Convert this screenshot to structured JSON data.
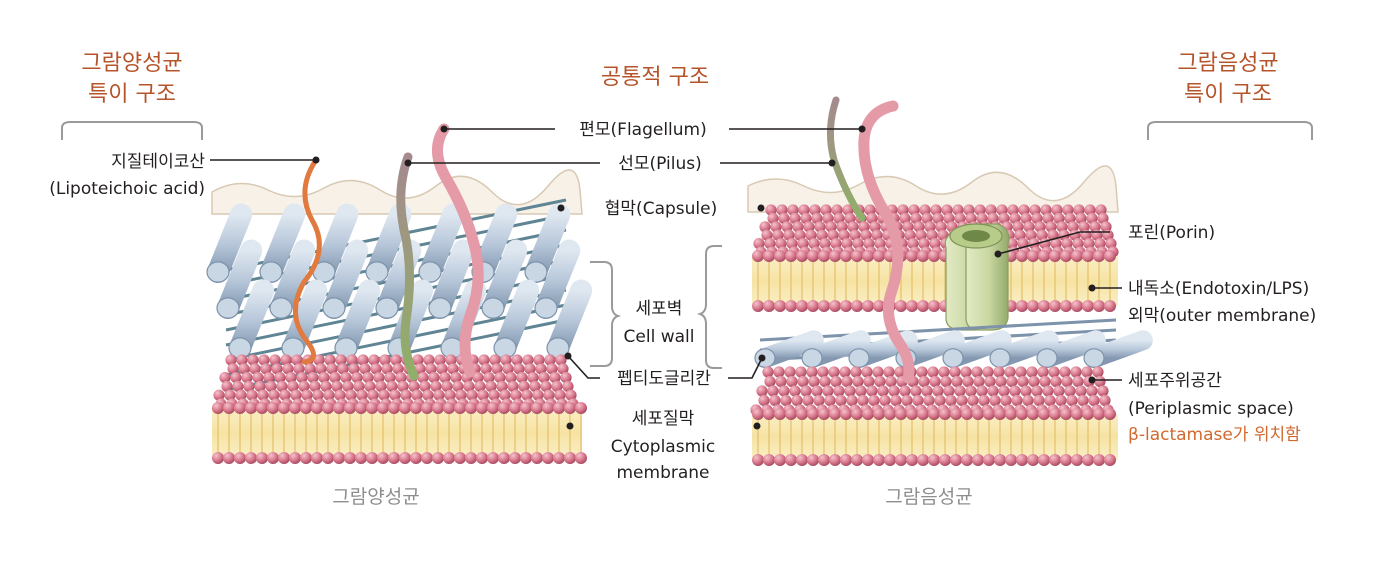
{
  "headers": {
    "gram_positive_specific": [
      "그람양성균",
      "특이 구조"
    ],
    "common_structure": "공통적 구조",
    "gram_negative_specific": [
      "그람음성균",
      "특이 구조"
    ]
  },
  "labels": {
    "lipoteichoic_acid": [
      "지질테이코산",
      "(Lipoteichoic acid)"
    ],
    "flagellum": "편모(Flagellum)",
    "pilus": "선모(Pilus)",
    "capsule": "협막(Capsule)",
    "cell_wall": [
      "세포벽",
      "Cell wall"
    ],
    "peptidoglycan": "펩티도글리칸",
    "cytoplasmic_membrane": [
      "세포질막",
      "Cytoplasmic",
      "membrane"
    ],
    "porin": "포린(Porin)",
    "outer_membrane": [
      "내독소(Endotoxin/LPS)",
      "외막(outer membrane)"
    ],
    "periplasmic_space": [
      "세포주위공간",
      "(Periplasmic space)"
    ],
    "beta_lactamase": "β-lactamase가 위치함"
  },
  "captions": {
    "gram_positive": "그람양성균",
    "gram_negative": "그람음성균"
  },
  "colors": {
    "header": "#b5542a",
    "accent": "#d2692e",
    "lipid_head": "#d9788d",
    "membrane_core": "#f6e3a2",
    "peptidoglycan_rod": "#b5c5d8",
    "cross_link": "#5f8594",
    "flagellum": "#e49aa7",
    "pilus_top": "#a58a8e",
    "pilus_bottom": "#8fb068",
    "teichoic": "#e07a3e",
    "porin": "#c8d7a0"
  }
}
